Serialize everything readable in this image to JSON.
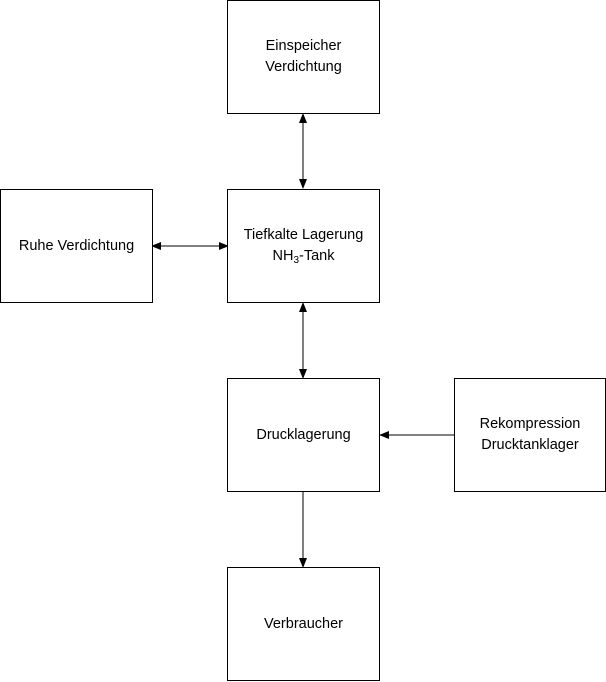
{
  "diagram": {
    "nodes": {
      "einspeicher": {
        "line1": "Einspeicher",
        "line2": "Verdichtung"
      },
      "ruhe": {
        "line1": "Ruhe Verdichtung"
      },
      "tiefkalt": {
        "line1": "Tiefkalte Lagerung",
        "line2_pre": "NH",
        "line2_sub": "3",
        "line2_post": "-Tank"
      },
      "drucklagerung": {
        "line1": "Drucklagerung"
      },
      "rekompression": {
        "line1": "Rekompression",
        "line2": "Drucktanklager"
      },
      "verbraucher": {
        "line1": "Verbraucher"
      }
    },
    "edges": [
      {
        "from": "einspeicher",
        "to": "tiefkalt",
        "direction": "both"
      },
      {
        "from": "ruhe",
        "to": "tiefkalt",
        "direction": "both"
      },
      {
        "from": "tiefkalt",
        "to": "drucklagerung",
        "direction": "both"
      },
      {
        "from": "rekompression",
        "to": "drucklagerung",
        "direction": "forward"
      },
      {
        "from": "drucklagerung",
        "to": "verbraucher",
        "direction": "forward"
      }
    ]
  }
}
